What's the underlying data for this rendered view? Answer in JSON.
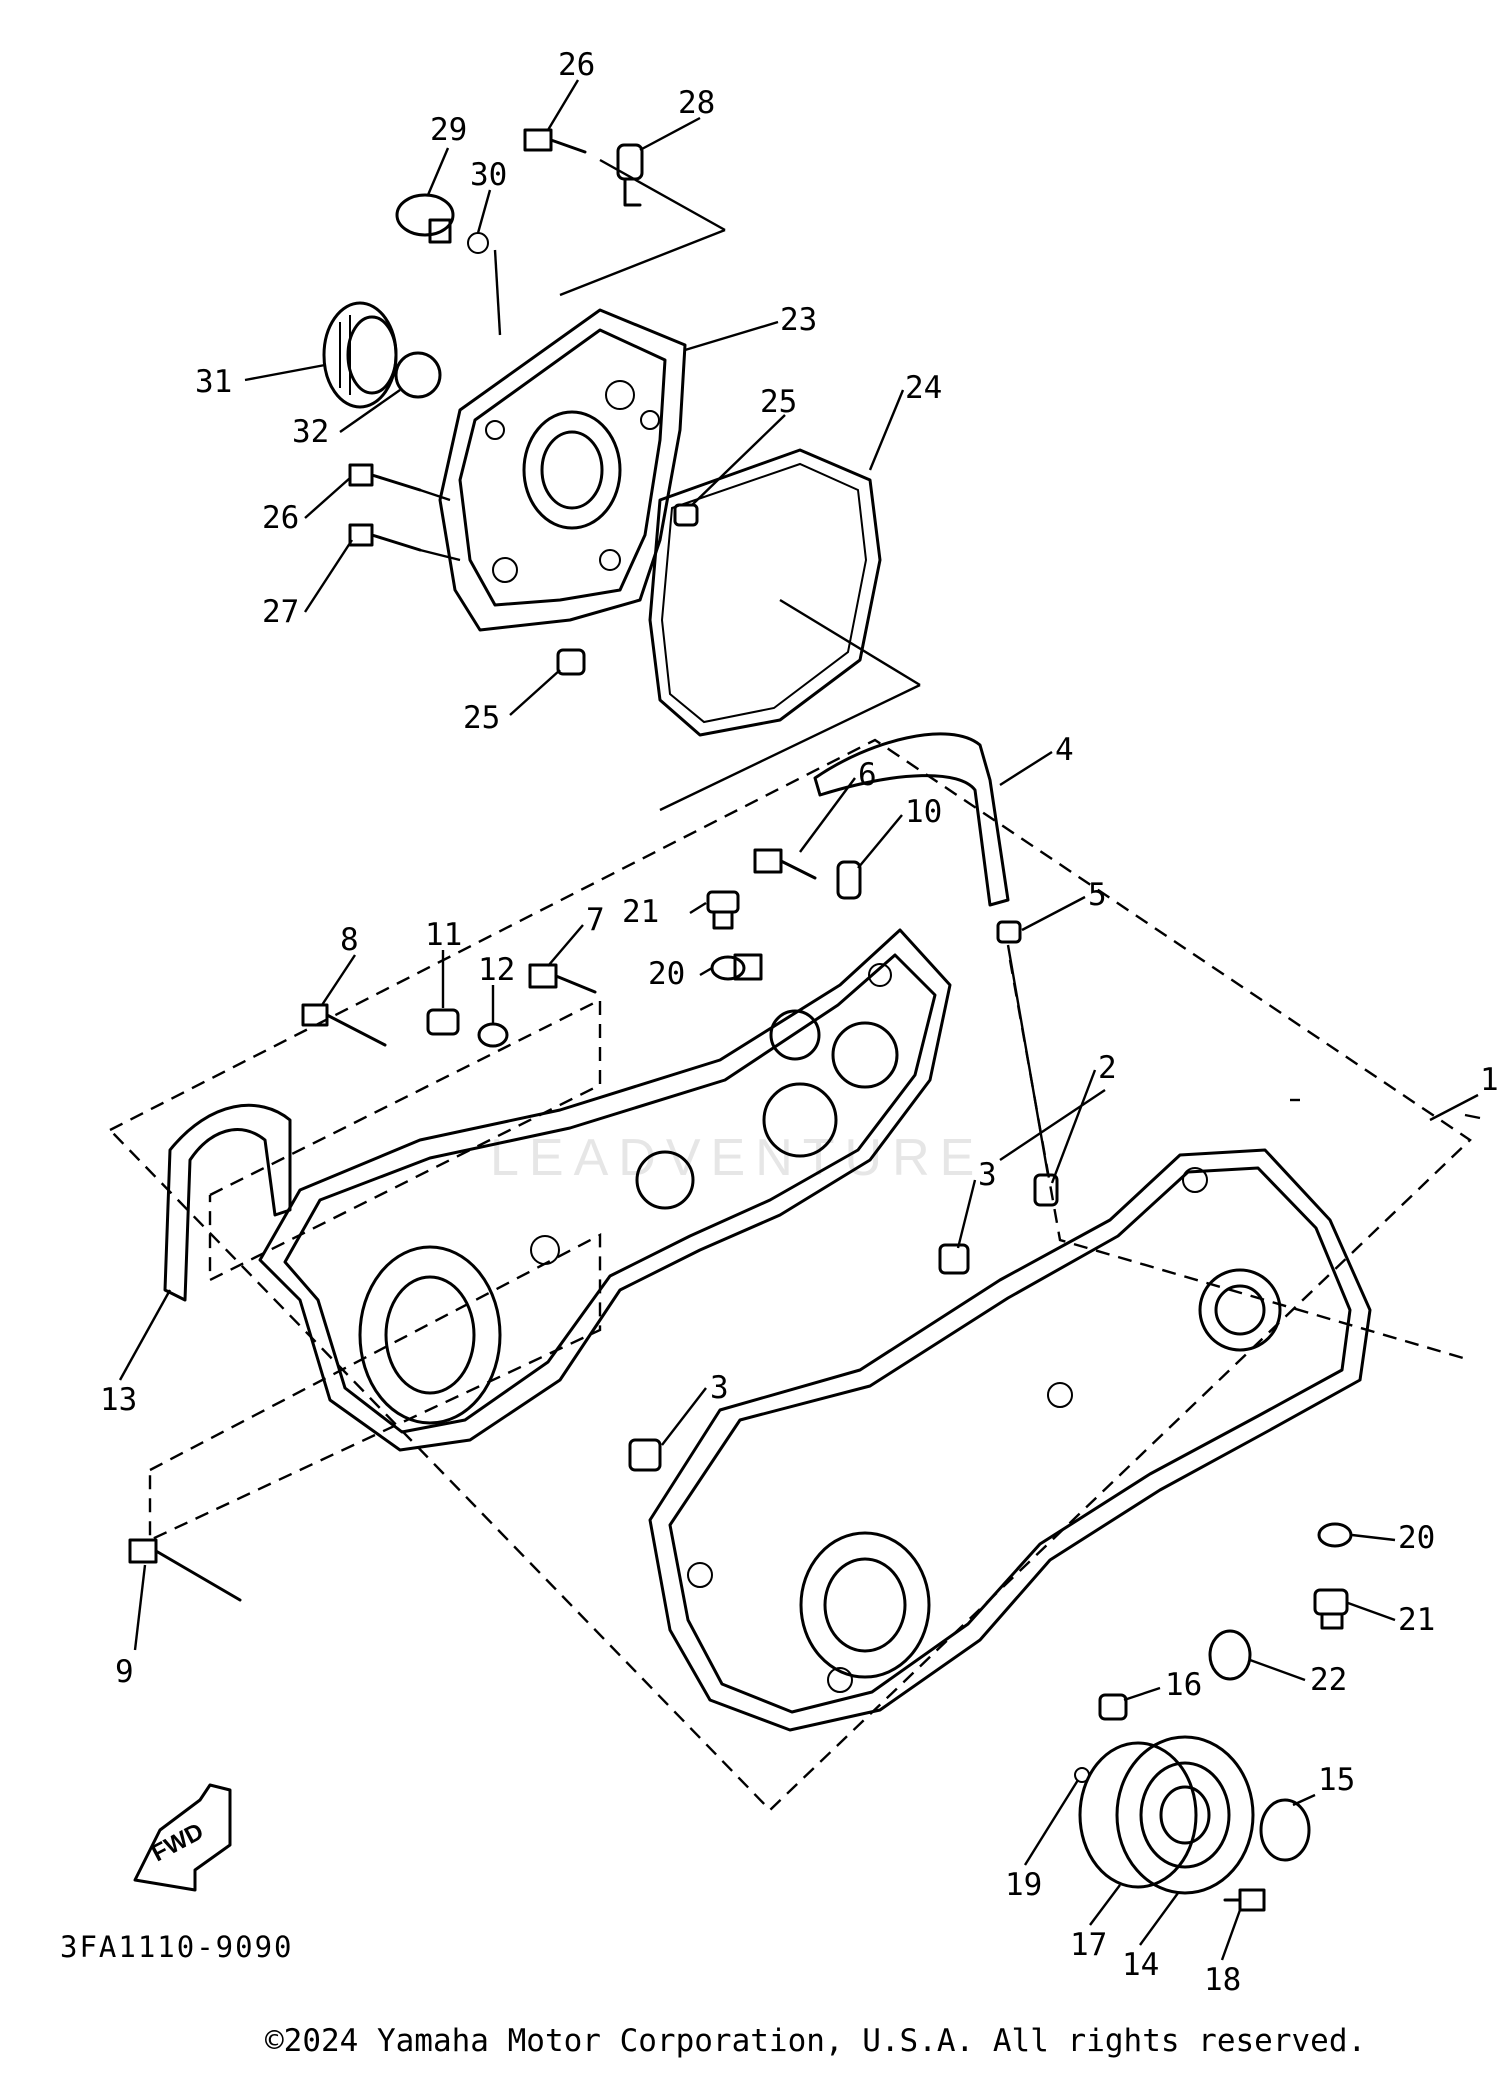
{
  "diagram": {
    "watermark_text": "LEADVENTURE",
    "fwd_label": "FWD",
    "drawing_code": "3FA1110-9090",
    "copyright": "©2024 Yamaha Motor Corporation, U.S.A. All rights reserved.",
    "callouts": [
      {
        "id": "c1",
        "label": "1"
      },
      {
        "id": "c2",
        "label": "2"
      },
      {
        "id": "c3a",
        "label": "3"
      },
      {
        "id": "c3b",
        "label": "3"
      },
      {
        "id": "c4",
        "label": "4"
      },
      {
        "id": "c5",
        "label": "5"
      },
      {
        "id": "c6",
        "label": "6"
      },
      {
        "id": "c7",
        "label": "7"
      },
      {
        "id": "c8",
        "label": "8"
      },
      {
        "id": "c9",
        "label": "9"
      },
      {
        "id": "c10",
        "label": "10"
      },
      {
        "id": "c11",
        "label": "11"
      },
      {
        "id": "c12",
        "label": "12"
      },
      {
        "id": "c13",
        "label": "13"
      },
      {
        "id": "c14",
        "label": "14"
      },
      {
        "id": "c15",
        "label": "15"
      },
      {
        "id": "c16",
        "label": "16"
      },
      {
        "id": "c17",
        "label": "17"
      },
      {
        "id": "c18",
        "label": "18"
      },
      {
        "id": "c19",
        "label": "19"
      },
      {
        "id": "c20a",
        "label": "20"
      },
      {
        "id": "c20b",
        "label": "20"
      },
      {
        "id": "c21a",
        "label": "21"
      },
      {
        "id": "c21b",
        "label": "21"
      },
      {
        "id": "c22",
        "label": "22"
      },
      {
        "id": "c23",
        "label": "23"
      },
      {
        "id": "c24",
        "label": "24"
      },
      {
        "id": "c25a",
        "label": "25"
      },
      {
        "id": "c25b",
        "label": "25"
      },
      {
        "id": "c26a",
        "label": "26"
      },
      {
        "id": "c26b",
        "label": "26"
      },
      {
        "id": "c27",
        "label": "27"
      },
      {
        "id": "c28",
        "label": "28"
      },
      {
        "id": "c29",
        "label": "29"
      },
      {
        "id": "c30",
        "label": "30"
      },
      {
        "id": "c31",
        "label": "31"
      },
      {
        "id": "c32",
        "label": "32"
      }
    ]
  }
}
